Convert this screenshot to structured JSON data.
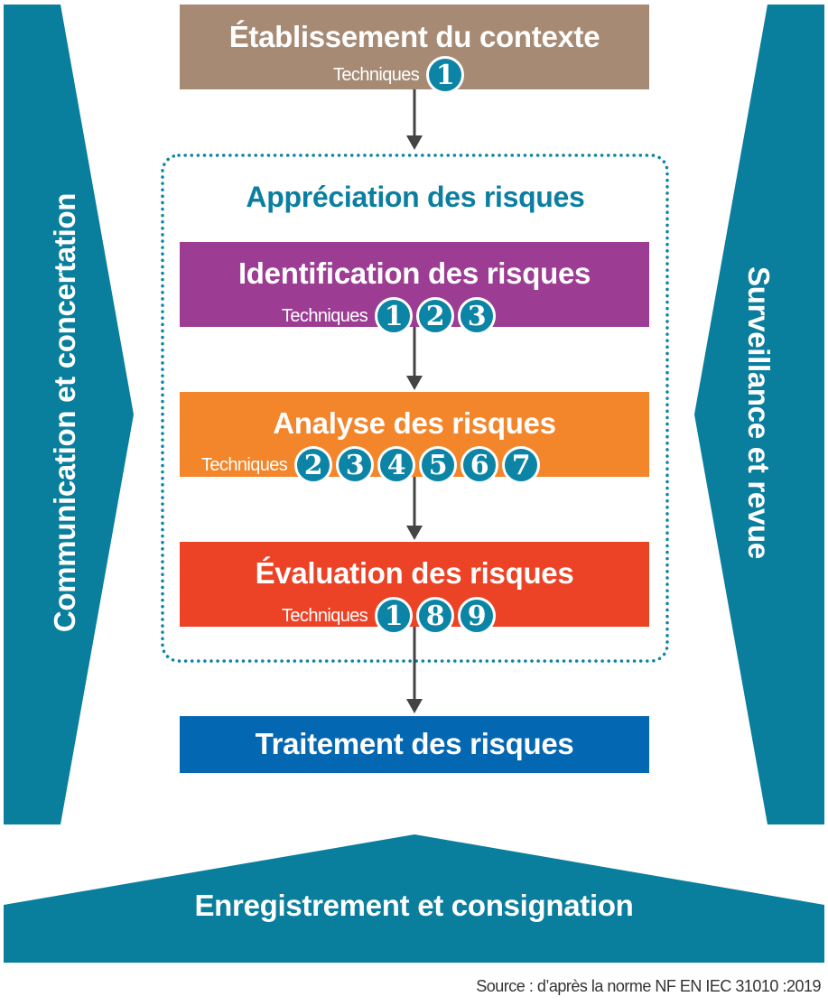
{
  "colors": {
    "side_panels": "#0a7e9d",
    "context_box": "#a68a74",
    "identification_box": "#9c3d93",
    "analysis_box": "#f3852a",
    "evaluation_box": "#ec4226",
    "treatment_box": "#0467b2",
    "badge": "#0b84a5",
    "dotted_frame": "#0b84a5"
  },
  "left_panel": {
    "label": "Communication et concertation"
  },
  "right_panel": {
    "label": "Surveillance et revue"
  },
  "bottom_panel": {
    "label": "Enregistrement et consignation"
  },
  "context": {
    "title": "Établissement du contexte",
    "techniques_label": "Techniques",
    "techniques": [
      "1"
    ]
  },
  "assessment": {
    "title": "Appréciation des risques",
    "identification": {
      "title": "Identification des risques",
      "techniques_label": "Techniques",
      "techniques": [
        "1",
        "2",
        "3"
      ]
    },
    "analysis": {
      "title": "Analyse des risques",
      "techniques_label": "Techniques",
      "techniques": [
        "2",
        "3",
        "4",
        "5",
        "6",
        "7"
      ]
    },
    "evaluation": {
      "title": "Évaluation des risques",
      "techniques_label": "Techniques",
      "techniques": [
        "1",
        "8",
        "9"
      ]
    }
  },
  "treatment": {
    "title": "Traitement des risques"
  },
  "source": "Source : d’après la norme NF EN IEC 31010 :2019"
}
